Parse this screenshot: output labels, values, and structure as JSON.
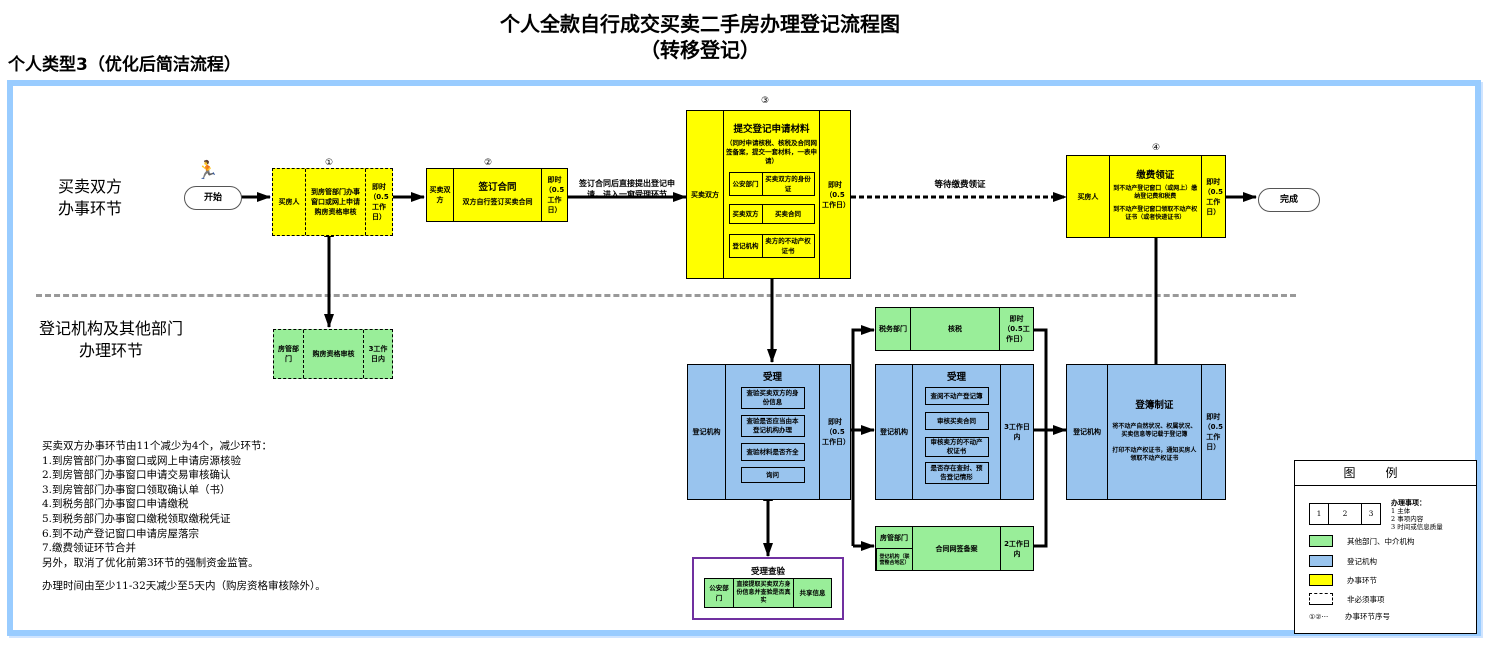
{
  "title": {
    "line1": "个人全款自行成交买卖二手房办理登记流程图",
    "line2": "（转移登记）"
  },
  "subtitle": "个人类型3（优化后简洁流程）",
  "lanes": {
    "top": [
      "买卖双方",
      "办事环节"
    ],
    "bottom": [
      "登记机构及其他部门",
      "办理环节"
    ]
  },
  "start": {
    "label": "开始",
    "icon": "running-person-icon"
  },
  "finish": {
    "label": "完成"
  },
  "steps": [
    {
      "number": "①",
      "subject": "买房人",
      "content": "到房管部门办事窗口或网上申请购房资格审核",
      "time": "即时（0.5工作日）",
      "optional": true
    },
    {
      "number": "②",
      "subject": "买卖双方",
      "title": "签订合同",
      "content": "双方自行签订买卖合同",
      "time": "即时（0.5工作日）"
    },
    {
      "number": "③",
      "subject": "买卖双方",
      "title": "提交登记申请材料",
      "content": "（同时申请核税、核税及合同网签备案，提交一套材料，一表申请）",
      "materials": [
        {
          "party": "公安部门",
          "item": "买卖双方的身份证"
        },
        {
          "party": "买卖双方",
          "item": "买卖合同"
        },
        {
          "party": "登记机构",
          "item": "卖方的不动产权证书"
        }
      ],
      "time": "即时（0.5工作日）"
    },
    {
      "number": "④",
      "subject": "买房人",
      "title": "缴费领证",
      "content1": "到不动产登记窗口（或网上）缴纳登记费和税费",
      "content2": "到不动产登记窗口领取不动产权证书（或者快递证书）",
      "time": "即时（0.5工作日）"
    }
  ],
  "arrows": {
    "after_step2": "签订合同后直接提出登记申请，进入一窗受理环节",
    "wait": "等待缴费领证"
  },
  "dept_boxes": {
    "qualification": {
      "subject": "房管部门",
      "content": "购房资格审核",
      "time": "3工作日内",
      "optional": true
    },
    "accept": {
      "subject": "登记机构",
      "title": "受理",
      "items": [
        "查验买卖双方的身份信息",
        "查验是否应当由本登记机构办理",
        "查验材料是否齐全",
        "询问"
      ],
      "time": "即时（0.5工作日）"
    },
    "tax": {
      "subject": "税务部门",
      "content": "核税",
      "time": "即时（0.5工作日）"
    },
    "review": {
      "subject": "登记机构",
      "title": "受理",
      "items": [
        "查阅不动产登记簿",
        "审核买卖合同",
        "审核卖方的不动产权证书",
        "是否存在查封、预告登记情形"
      ],
      "time": "3工作日内"
    },
    "filing": {
      "subject_top": "房管部门",
      "subject_bottom": "登记机构（联营整合地区）",
      "content": "合同网签备案",
      "time": "2工作日内"
    },
    "register": {
      "subject": "登记机构",
      "title": "登簿制证",
      "content1": "将不动产自然状况、权属状况、买卖信息等记载于登记簿",
      "content2": "打印不动产权证书，通知买房人领取不动产权证书",
      "time": "即时（0.5工作日）"
    },
    "verify": {
      "title": "受理查验",
      "cells": [
        "公安部门",
        "直接提取买卖双方身份信息并查验是否真实",
        "共享信息"
      ]
    }
  },
  "notes": [
    "买卖双方办事环节由11个减少为4个，减少环节：",
    "1.到房管部门办事窗口或网上申请房源核验",
    "2.到房管部门办事窗口申请交易审核确认",
    "3.到房管部门办事窗口领取确认单（书）",
    "4.到税务部门办事窗口申请缴税",
    "5.到税务部门办事窗口缴税领取缴税凭证",
    "6.到不动产登记窗口申请房屋落宗",
    "7.缴费领证环节合并",
    "另外，取消了优化前第3环节的强制资金监管。",
    "",
    "办理时间由至少11-32天减少至5天内（购房资格审核除外）。"
  ],
  "legend": {
    "title": "图例",
    "sample_cells": [
      "1",
      "2",
      "3"
    ],
    "sample_title": "办理事项：",
    "sample_desc": [
      "1 主体",
      "2 事项内容",
      "3 时间或信息质量"
    ],
    "items": [
      {
        "label": "其他部门、中介机构",
        "color": "#99ee99"
      },
      {
        "label": "登记机构",
        "color": "#99c4ee"
      },
      {
        "label": "办事环节",
        "color": "#ffff00"
      }
    ],
    "dashed_label": "非必须事项",
    "sequence_symbol": "①②···",
    "sequence_label": "办事环节序号"
  }
}
